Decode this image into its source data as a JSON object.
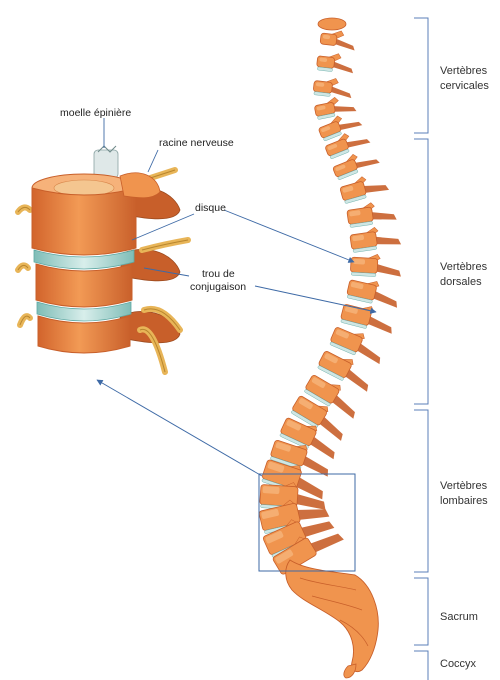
{
  "detail_labels": {
    "spinal_cord": "moelle épinière",
    "nerve_root": "racine nerveuse",
    "disc": "disque",
    "foramen_line1": "trou de",
    "foramen_line2": "conjugaison"
  },
  "regions": {
    "cervical": {
      "line1": "Vertèbres",
      "line2": "cervicales"
    },
    "dorsal": {
      "line1": "Vertèbres",
      "line2": "dorsales"
    },
    "lumbar": {
      "line1": "Vertèbres",
      "line2": "lombaires"
    },
    "sacrum": "Sacrum",
    "coccyx": "Coccyx"
  },
  "colors": {
    "bone": "#f0944e",
    "bone_dark": "#c85f2a",
    "bone_light": "#f8c08a",
    "disc": "#cfe6e4",
    "disc_dark": "#5fa9a4",
    "nerve": "#e8b558",
    "nerve_dark": "#b8862e",
    "bracket": "#5b7fb8",
    "pointer": "#3e6aa6",
    "cord": "#dfe8e8"
  },
  "icons": {
    "arrowhead": "arrowhead-icon"
  }
}
